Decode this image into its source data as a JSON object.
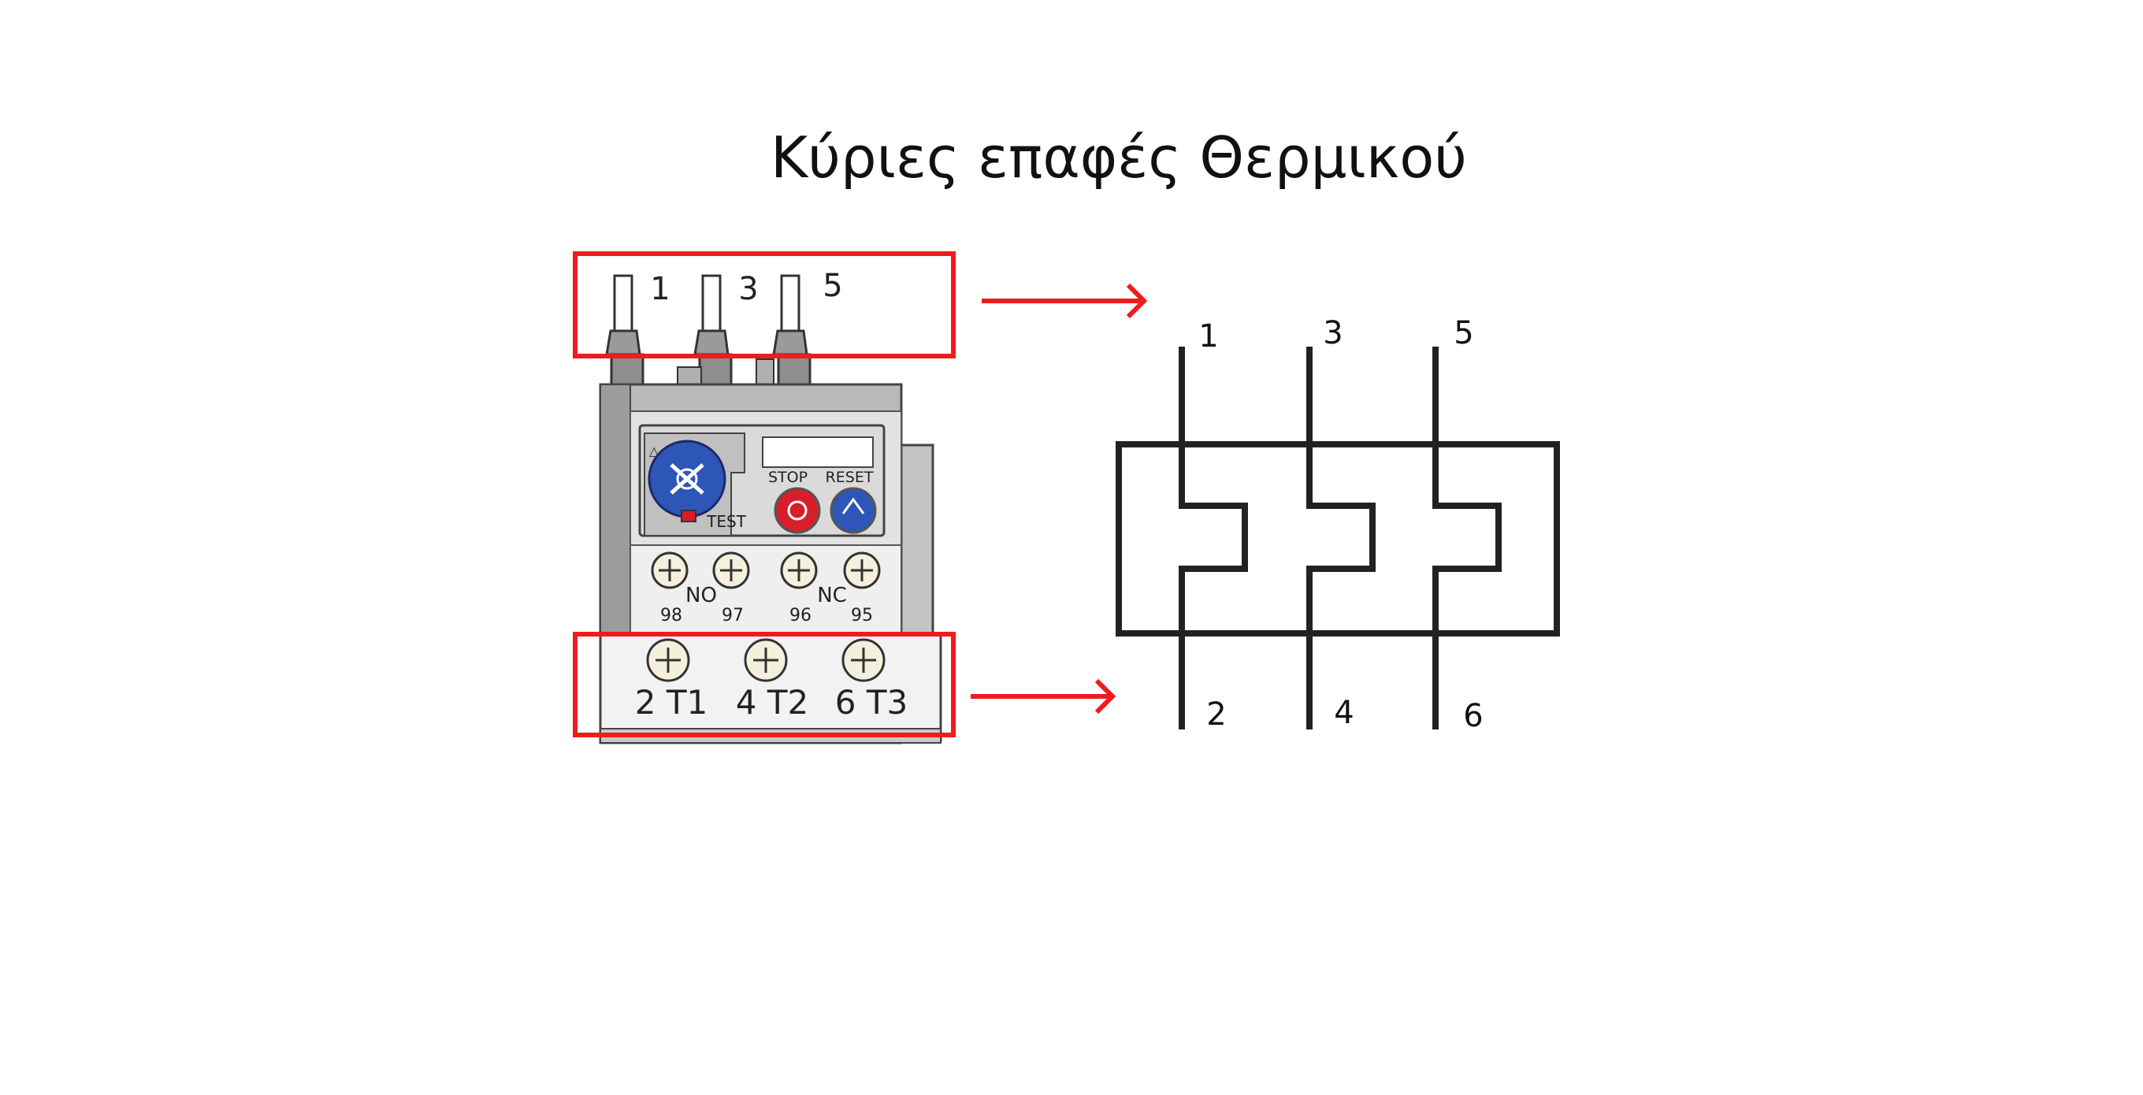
{
  "title": "Κύριες επαφές Θερμικού",
  "colors": {
    "highlight": "#ee1c1c",
    "symbol_line": "#222222",
    "device_body": "#e8e8e8",
    "dial_blue": "#2e56b8",
    "stop_red": "#d81e2a"
  },
  "device": {
    "top_terminals": [
      "1",
      "3",
      "5"
    ],
    "stop_label": "STOP",
    "reset_label": "RESET",
    "test_label": "TEST",
    "aux_terminals": [
      "98",
      "97",
      "96",
      "95"
    ],
    "aux_no_label": "NO",
    "aux_nc_label": "NC",
    "bottom_terminals": [
      "2 T1",
      "4 T2",
      "6 T3"
    ]
  },
  "symbol": {
    "top_labels": [
      "1",
      "3",
      "5"
    ],
    "bottom_labels": [
      "2",
      "4",
      "6"
    ]
  }
}
